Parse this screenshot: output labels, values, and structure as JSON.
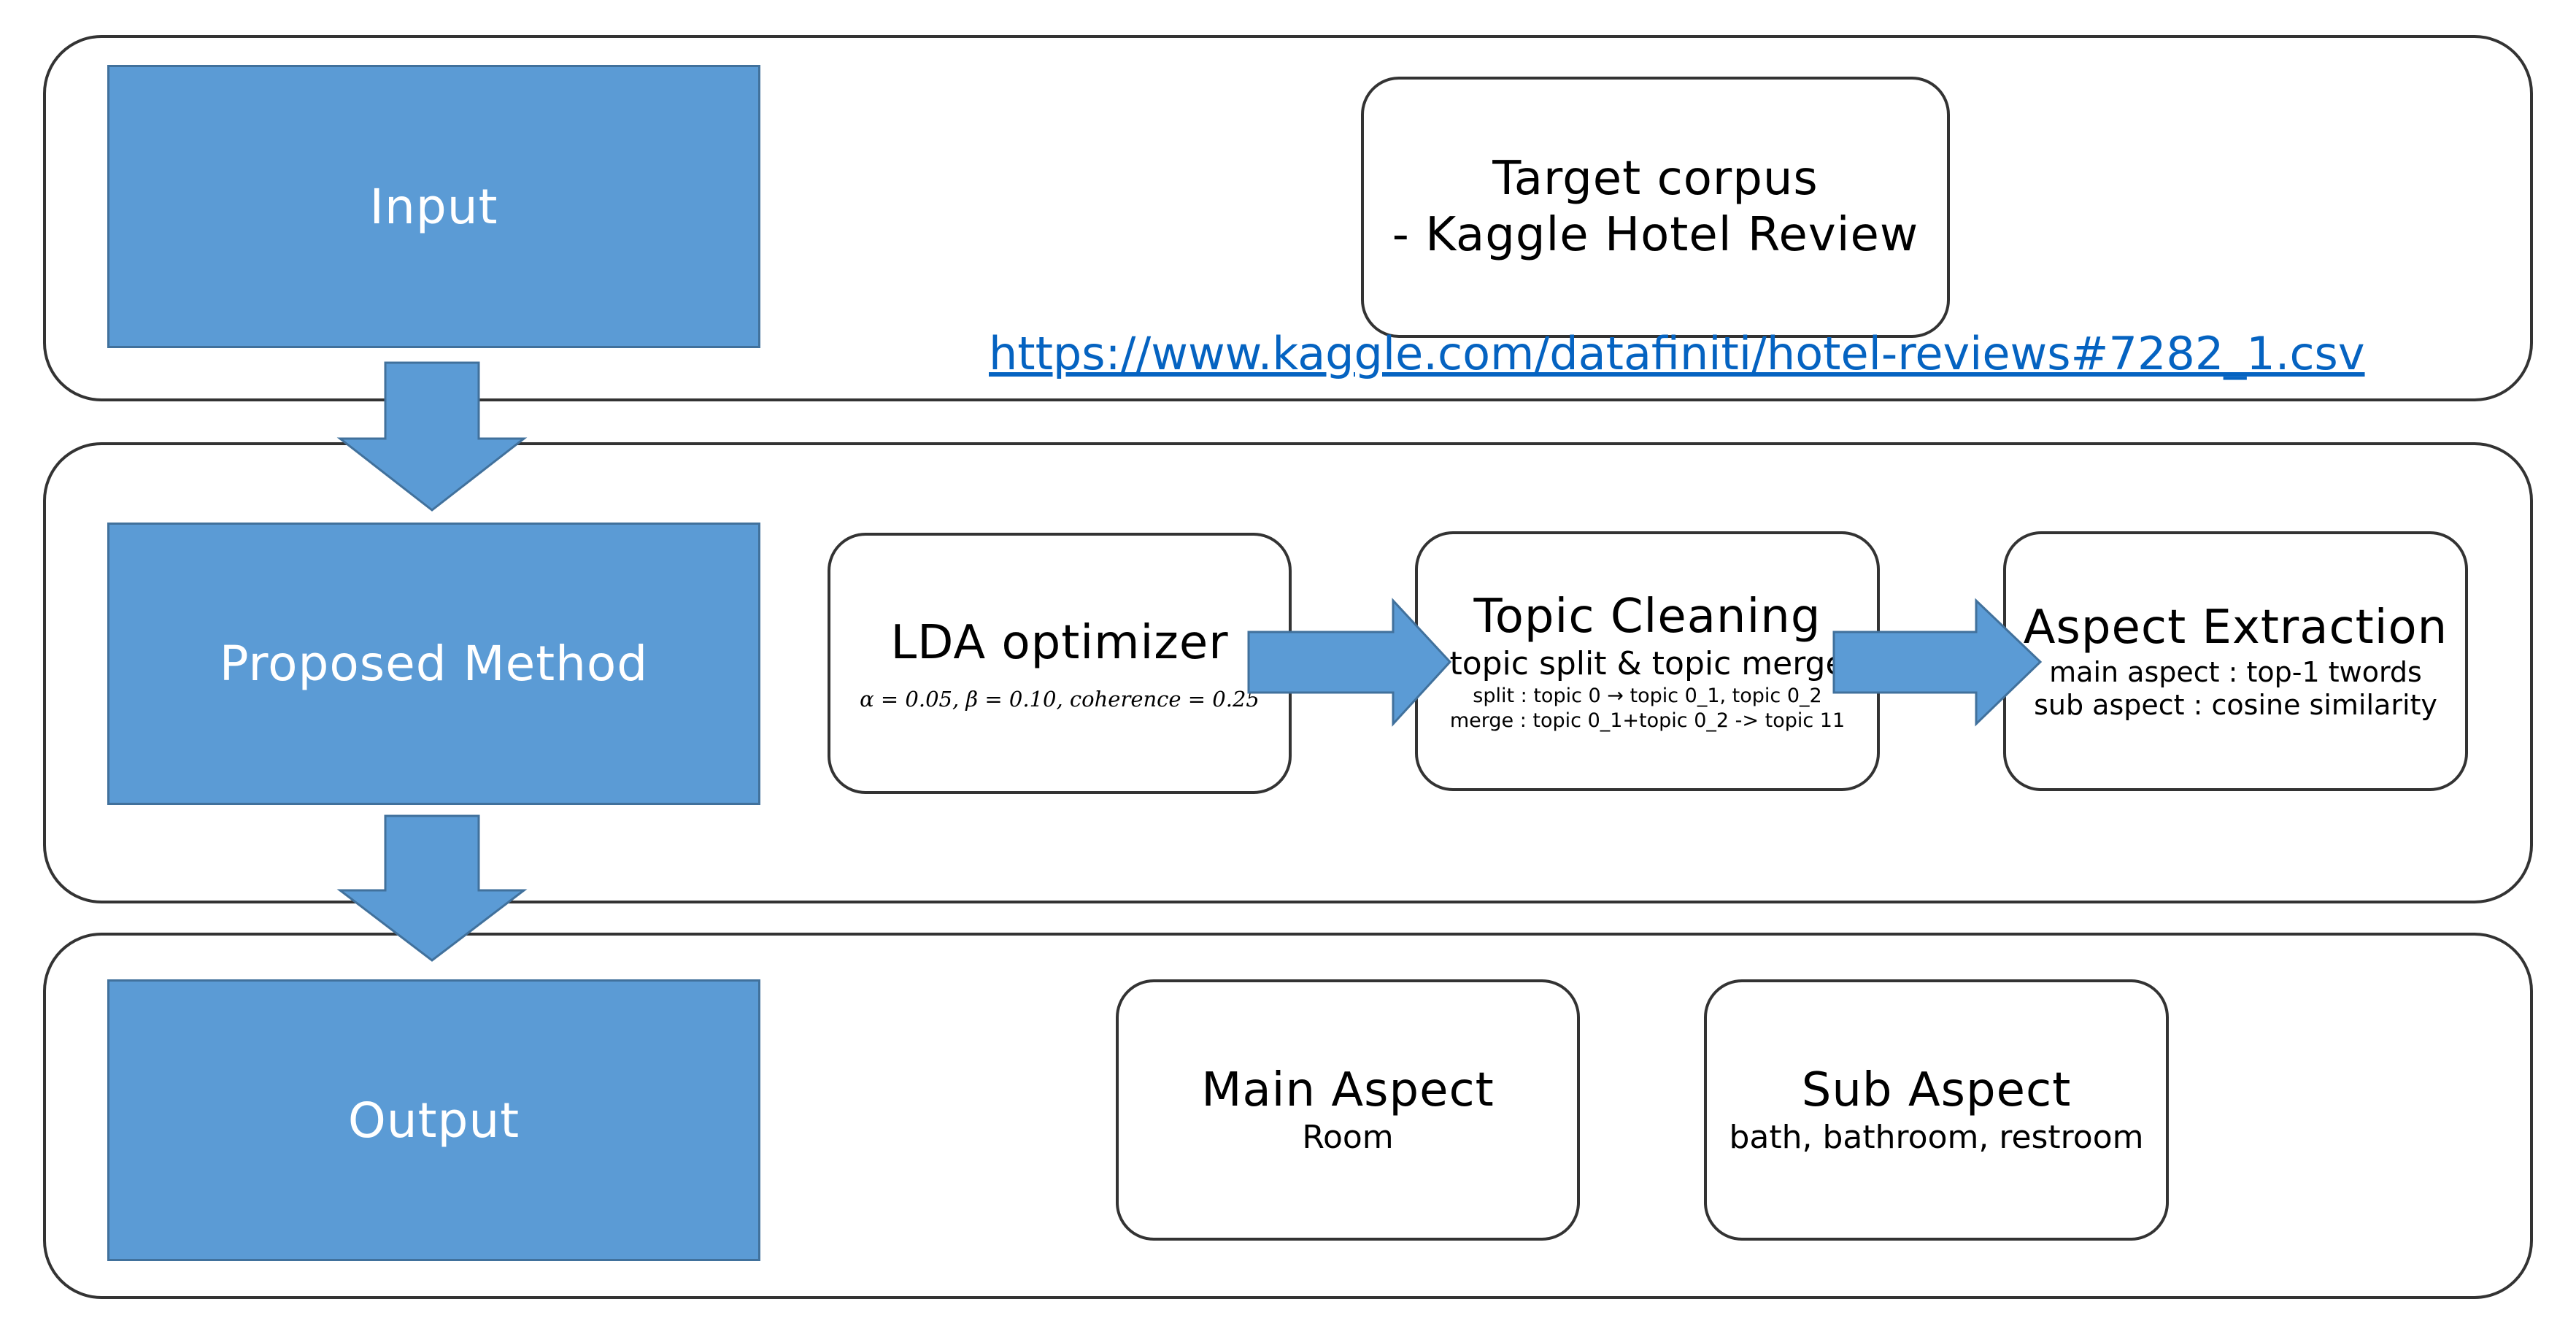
{
  "stages": {
    "input": "Input",
    "method": "Proposed Method",
    "output": "Output"
  },
  "input_box": {
    "line1": "Target corpus",
    "line2": "- Kaggle Hotel Review",
    "link": "https://www.kaggle.com/datafiniti/hotel-reviews#7282_1.csv"
  },
  "lda": {
    "title": "LDA optimizer",
    "formula": "α = 0.05, β = 0.10, coherence = 0.25"
  },
  "topic_cleaning": {
    "title": "Topic Cleaning",
    "subtitle": "topic split & topic merge",
    "split": "split : topic 0 → topic 0_1, topic 0_2",
    "merge": "merge : topic 0_1+topic 0_2 -> topic 11"
  },
  "aspect_extraction": {
    "title": "Aspect Extraction",
    "main": "main aspect : top-1 twords",
    "sub": "sub aspect : cosine similarity"
  },
  "main_aspect": {
    "title": "Main Aspect",
    "value": "Room"
  },
  "sub_aspect": {
    "title": "Sub Aspect",
    "value": "bath, bathroom, restroom"
  },
  "colors": {
    "stage_fill": "#5b9bd5",
    "arrow_fill": "#5b9bd5",
    "link": "#0563c1"
  }
}
